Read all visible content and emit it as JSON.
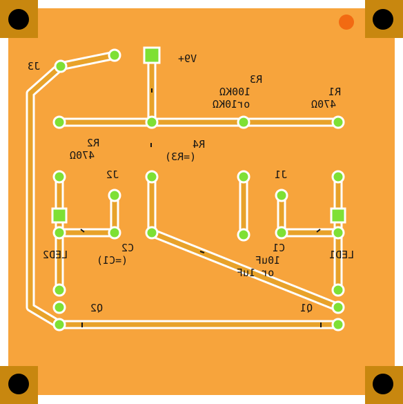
{
  "colors": {
    "board": "#FFFFFF",
    "copper": "#F7A43C",
    "trace": "#E8A22A",
    "trace_edge": "#FFFFFF",
    "pad_fill": "#7EE035",
    "pad_ring": "#FFFFFF",
    "corner_pad": "#C8870F",
    "hole": "#000000",
    "marker": "#F26A12",
    "silkscreen": "#141414"
  },
  "labels": {
    "j3": "J3",
    "v9": "V9+",
    "r3": "R3",
    "r3_value_1": "100KΩ",
    "r3_value_2": "or10KΩ",
    "r1": "R1",
    "r1_value": "470Ω",
    "r2": "R2",
    "r2_value": "470Ω",
    "r4": "R4",
    "r4_value": "(=R3)",
    "j2": "J2",
    "j1": "J1",
    "c2": "C2",
    "c2_value": "(=C1)",
    "c1": "C1",
    "c1_value_1": "10uF",
    "c1_value_2": "or 1uF",
    "led2": "LED2",
    "led1": "LED1",
    "q2": "Q2",
    "q1": "Q1"
  }
}
